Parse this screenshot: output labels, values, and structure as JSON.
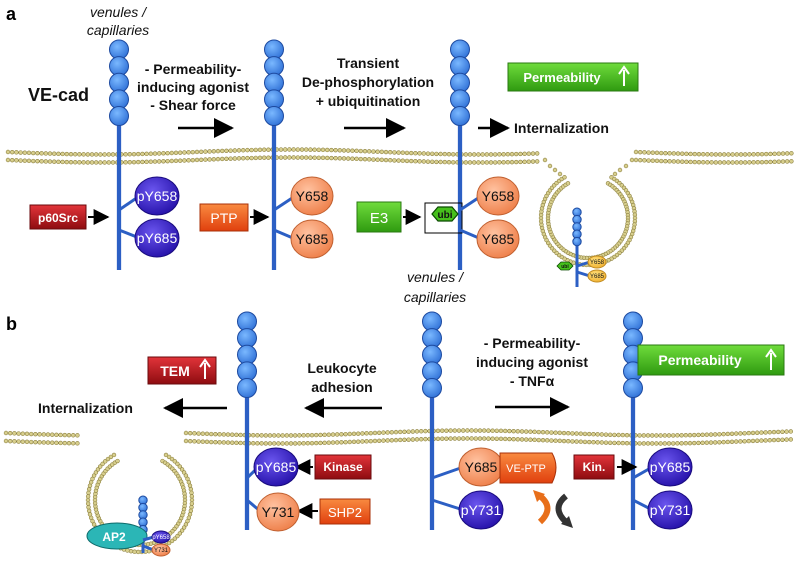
{
  "panel_a": {
    "label": "a",
    "vessel": [
      "venules /",
      "capillaries"
    ],
    "protein": "VE-cad",
    "step1": [
      "- Permeability-",
      "inducing agonist",
      "- Shear force"
    ],
    "step2": [
      "Transient",
      "De-phosphorylation",
      "+ ubiquitination"
    ],
    "outcome": "Permeability",
    "internalization": "Internalization",
    "kinase": "p60Src",
    "phosphatase": "PTP",
    "ligase": "E3",
    "ubi": "ubi",
    "site_p658": "pY658",
    "site_p685": "pY685",
    "site_658": "Y658",
    "site_685": "Y685",
    "small_ubi": "ubi",
    "small_658": "Y658",
    "small_685": "Y685"
  },
  "panel_b": {
    "label": "b",
    "vessel": [
      "venules /",
      "capillaries"
    ],
    "tem": "TEM",
    "leukocyte": [
      "Leukocyte",
      "adhesion"
    ],
    "internalization": "Internalization",
    "step": [
      "- Permeability-",
      "inducing agonist",
      "- TNFα"
    ],
    "outcome": "Permeability",
    "kinase": "Kinase",
    "shp2": "SHP2",
    "kin": "Kin.",
    "veptp": "VE-PTP",
    "ap2": "AP2",
    "site_p685": "pY685",
    "site_731": "Y731",
    "site_685": "Y685",
    "site_p731": "pY731",
    "small_p658": "pY658",
    "small_731": "Y731"
  },
  "colors": {
    "cadherin": "#2c5fc4",
    "bead": "#3f86e6",
    "membrane": "#b8ac66",
    "phospho": "#3a22c8",
    "dephospho": "#f2905e",
    "red_box": "#b0151a",
    "orange_box": "#e8541c",
    "green_box": "#46b81c",
    "ap2": "#2bb6b6"
  },
  "icons": {
    "up_arrow": "up-arrow-icon",
    "rotation": "rotation-arrows-icon"
  }
}
